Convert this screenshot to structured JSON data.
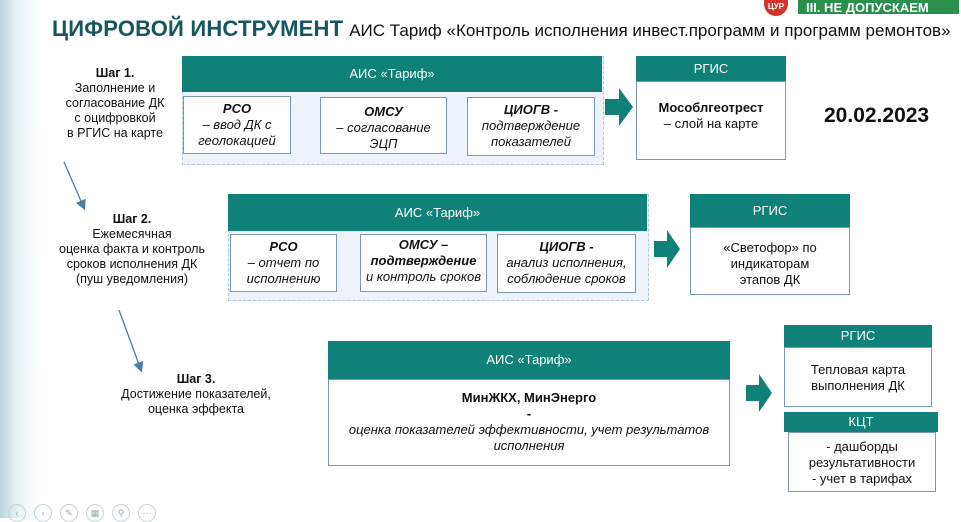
{
  "title": {
    "bold": "ЦИФРОВОЙ ИНСТРУМЕНТ",
    "rest": "АИС Тариф «Контроль исполнения инвест.программ и программ ремонтов»"
  },
  "badge": {
    "text": "III. НЕ ДОПУСКАЕМ",
    "logo": "ЦУР"
  },
  "date": "20.02.2023",
  "steps": [
    {
      "head": "Шаг 1.",
      "lines": [
        "Заполнение и",
        "согласование ДК",
        "с оцифровкой",
        "в РГИС на карте"
      ]
    },
    {
      "head": "Шаг 2.",
      "lines": [
        "Ежемесячная",
        "оценка факта и контроль",
        "сроков исполнения ДК",
        "(пуш уведомления)"
      ]
    },
    {
      "head": "Шаг 3.",
      "lines": [
        "Достижение показателей,",
        "оценка эффекта"
      ]
    }
  ],
  "row1": {
    "header": "АИС «Тариф»",
    "cells": [
      {
        "bold": "РСО",
        "text": "– ввод ДК с геолокацией"
      },
      {
        "bold": "ОМСУ",
        "text": "– согласование ЭЦП"
      },
      {
        "bold": "ЦИОГВ -",
        "text": "подтверждение показателей"
      }
    ],
    "rgis_header": "РГИС",
    "rgis_bold": "Мособлгеотрест",
    "rgis_text": "– слой на карте"
  },
  "row2": {
    "header": "АИС «Тариф»",
    "cells": [
      {
        "bold": "РСО",
        "text": "– отчет по исполнению"
      },
      {
        "bold": "ОМСУ – подтверждение",
        "text": "и контроль сроков"
      },
      {
        "bold": "ЦИОГВ -",
        "text": "анализ исполнения, соблюдение сроков"
      }
    ],
    "rgis_header": "РГИС",
    "rgis_text": "«Светофор» по индикаторам этапов ДК"
  },
  "row3": {
    "header": "АИС «Тариф»",
    "bold": "МинЖКХ, МинЭнерго",
    "dash": "-",
    "text": "оценка показателей эффективности, учет результатов исполнения",
    "rgis_header": "РГИС",
    "rgis_text": "Тепловая карта выполнения ДК",
    "kct_header": "КЦТ",
    "kct_lines": [
      "- дашборды",
      "результативности",
      "- учет в тарифах"
    ]
  },
  "colors": {
    "teal": "#0f8179",
    "accent_green": "#2a8f4a",
    "panel_bg": "#eef2f9",
    "title": "#16575f"
  },
  "icons": [
    "arrow-right-icon",
    "step-arrow-icon",
    "toolbar-icons"
  ]
}
